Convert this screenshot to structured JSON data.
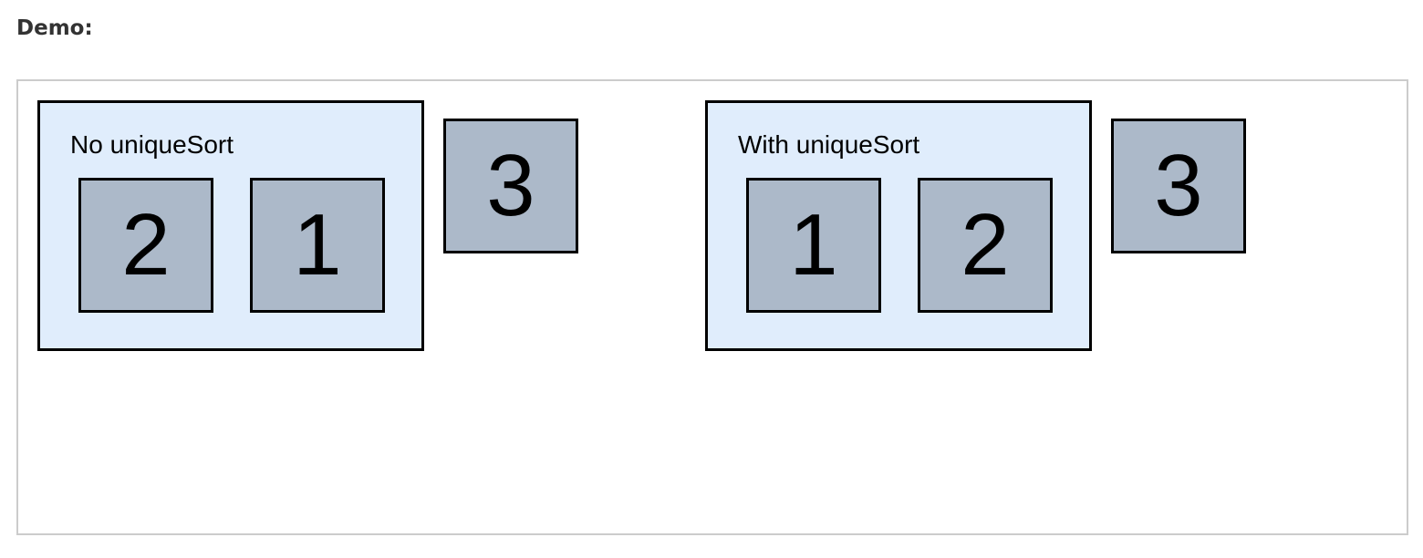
{
  "heading": "Demo:",
  "colors": {
    "container_bg": "#e0edfc",
    "box_bg": "#acb9c9",
    "frame_border": "#cccccc"
  },
  "groups": [
    {
      "label": "No uniqueSort",
      "inner_boxes": [
        "2",
        "1"
      ],
      "outer_box": "3"
    },
    {
      "label": "With uniqueSort",
      "inner_boxes": [
        "1",
        "2"
      ],
      "outer_box": "3"
    }
  ]
}
